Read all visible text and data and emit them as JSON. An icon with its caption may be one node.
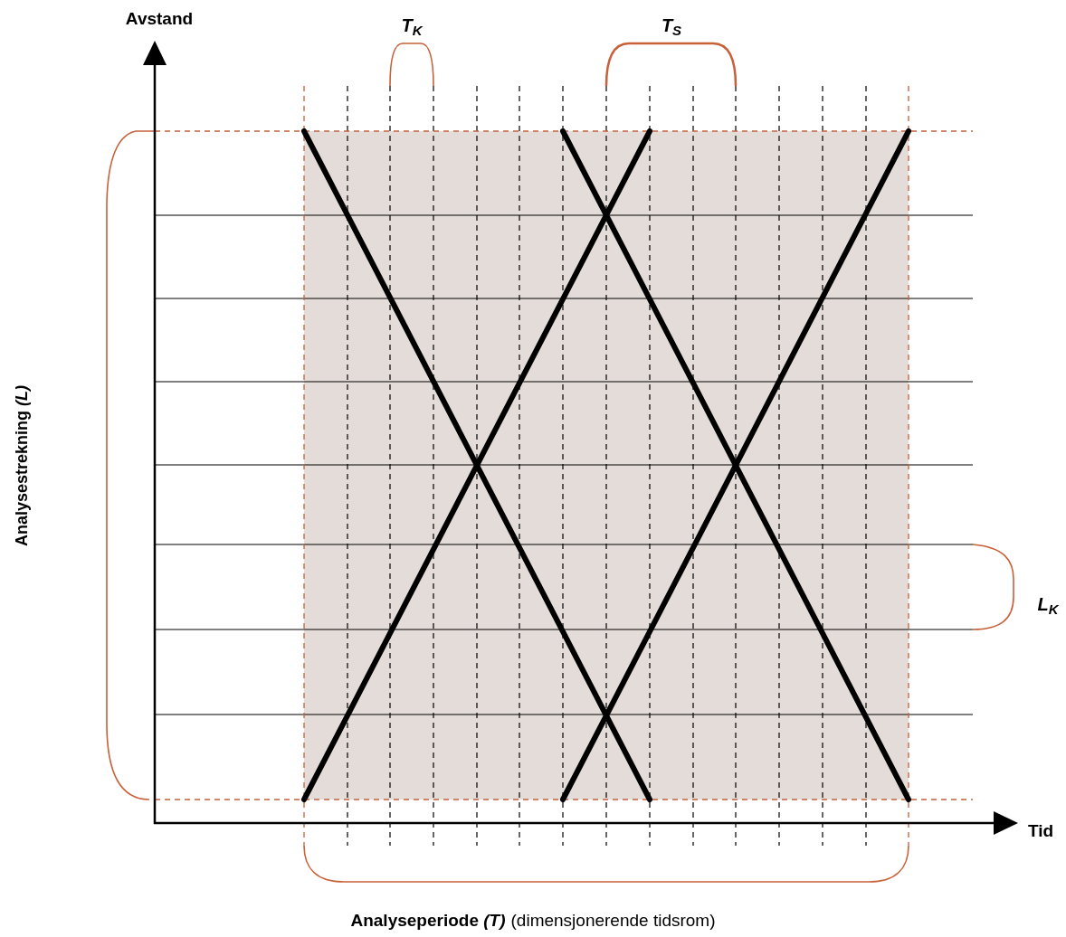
{
  "diagram": {
    "labels": [
      "Avstand",
      "T$_{K}$",
      "T$_{S}$",
      "Analysestrekning *(L)*",
      "L$_{K}$",
      "Tid",
      "Analyseperiode *(T)*",
      "(dimensjonerende tidsrom)"
    ]
  }
}
